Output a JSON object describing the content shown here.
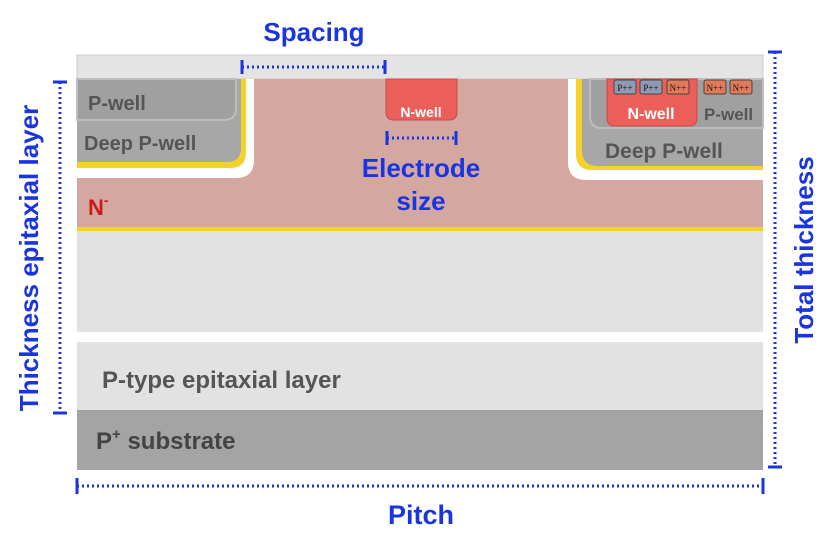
{
  "labels": {
    "spacing": "Spacing",
    "electrode_size_line1": "Electrode",
    "electrode_size_line2": "size",
    "pitch": "Pitch",
    "thickness_epi": "Thickness epitaxial layer",
    "total_thickness": "Total thickness",
    "n_minus": "N",
    "n_minus_sup": "-",
    "p_well_left": "P-well",
    "deep_p_well_left": "Deep P-well",
    "n_well_center": "N-well",
    "n_well_right": "N-well",
    "p_well_right": "P-well",
    "deep_p_well_right": "Deep P-well",
    "p_epi": "P-type epitaxial layer",
    "p_substrate_p": "P",
    "p_substrate_sup": "+",
    "p_substrate_rest": " substrate",
    "pp1": "P++",
    "pp2": "P++",
    "np1": "N++",
    "np2": "N++",
    "np3": "N++"
  },
  "colors": {
    "accent_blue": "#1a35e0",
    "n_minus_layer": "#d4a7a1",
    "n_well": "#ec5e5a",
    "p_well": "#a6a6a6",
    "deep_p_well": "#a6a6a6",
    "epi": "#e0e0e0",
    "substrate": "#a4a4a4",
    "junction": "#f6d32d"
  }
}
